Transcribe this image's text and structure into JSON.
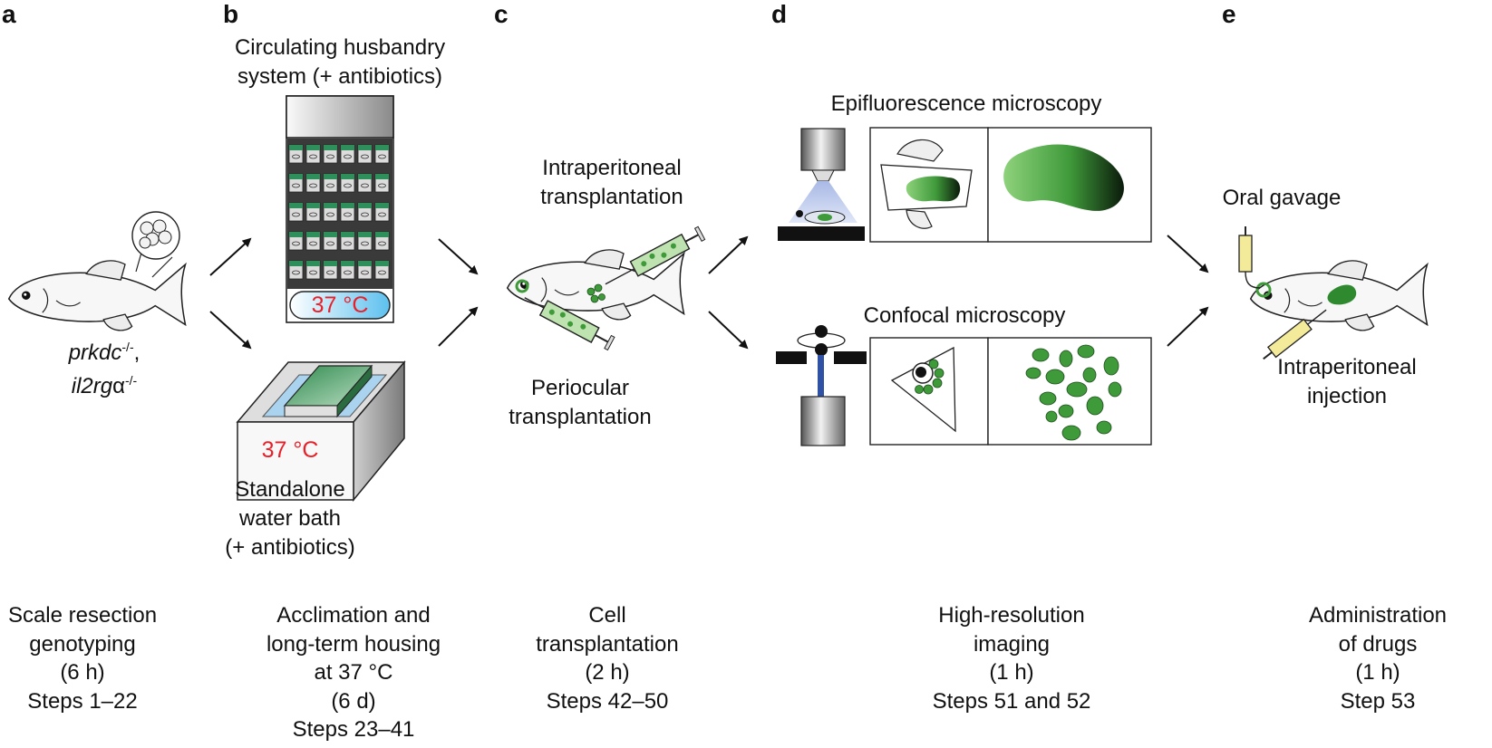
{
  "panels": {
    "a": {
      "label": "a",
      "genotype_1_base": "prkdc",
      "genotype_1_sup": "-/-",
      "genotype_1_suffix": ",",
      "genotype_2_base": "il2rg",
      "genotype_2_greek": "α",
      "genotype_2_sup": "-/-",
      "step": [
        "Scale resection",
        "genotyping",
        "(6 h)",
        "Steps 1–22"
      ]
    },
    "b": {
      "label": "b",
      "husbandry_line1": "Circulating husbandry",
      "husbandry_line2": "system (+ antibiotics)",
      "husbandry_temp": "37 °C",
      "bath_temp": "37 °C",
      "bath_line1": "Standalone",
      "bath_line2": "water bath",
      "bath_line3": "(+ antibiotics)",
      "step": [
        "Acclimation and",
        "long-term housing",
        "at 37 °C",
        "(6 d)",
        "Steps 23–41"
      ]
    },
    "c": {
      "label": "c",
      "ip_line1": "Intraperitoneal",
      "ip_line2": "transplantation",
      "po_line1": "Periocular",
      "po_line2": "transplantation",
      "step": [
        "Cell",
        "transplantation",
        "(2 h)",
        "Steps 42–50"
      ]
    },
    "d": {
      "label": "d",
      "epi_title": "Epifluorescence microscopy",
      "confocal_title": "Confocal microscopy",
      "step": [
        "High-resolution",
        "imaging",
        "(1 h)",
        "Steps 51 and 52"
      ]
    },
    "e": {
      "label": "e",
      "oral": "Oral gavage",
      "ip_line1": "Intraperitoneal",
      "ip_line2": "injection",
      "step": [
        "Administration",
        "of drugs",
        "(1 h)",
        "Step 53"
      ]
    }
  },
  "colors": {
    "text": "#111111",
    "temp_red": "#e8202a",
    "fluor_green": "#3f9a3a",
    "light_green": "#7cc36a",
    "syringe_green": "#bfe3b0",
    "syringe_yellow": "#f3ea9a",
    "laser_blue": "#2f52a6",
    "tank_green": "#2f8f5a"
  }
}
